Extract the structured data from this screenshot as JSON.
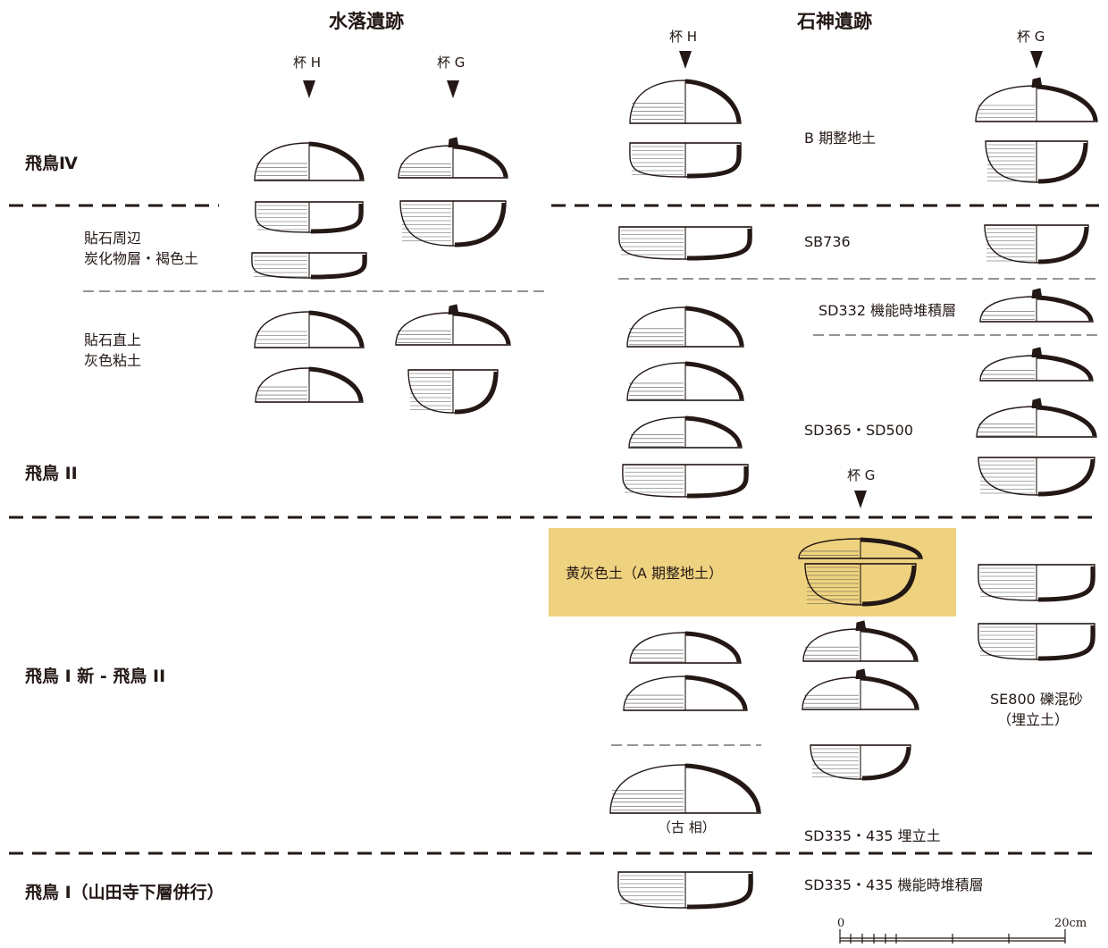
{
  "sites": {
    "mizuochi": "水落遺跡",
    "ishigami": "石神遺跡"
  },
  "cup_types": {
    "h": "杯 H",
    "g": "杯 G"
  },
  "periods": {
    "asuka4": "飛鳥Ⅳ",
    "asuka2": "飛鳥 II",
    "asuka1_new_2": "飛鳥 Ⅰ 新 - 飛鳥 II",
    "asuka1": "飛鳥 Ⅰ（山田寺下層併行）"
  },
  "mizuochi_layers": {
    "upper_line1": "貼石周辺",
    "upper_line2": "炭化物層・褐色土",
    "lower_line1": "貼石直上",
    "lower_line2": "灰色粘土"
  },
  "ishigami_layers": {
    "b_phase": "B 期整地土",
    "sb736": "SB736",
    "sd332": "SD332 機能時堆積層",
    "sd365": "SD365・SD500",
    "yellow_soil": "黄灰色土（A 期整地土）",
    "se800_line1": "SE800 礫混砂",
    "se800_line2": "（埋立土）",
    "archaic": "（古 相）",
    "sd335_fill": "SD335・435 埋立土",
    "sd335_func": "SD335・435 機能時堆積層"
  },
  "scale": {
    "start": "0",
    "end": "20cm"
  },
  "colors": {
    "ink": "#231815",
    "highlight": "#efd27f"
  }
}
